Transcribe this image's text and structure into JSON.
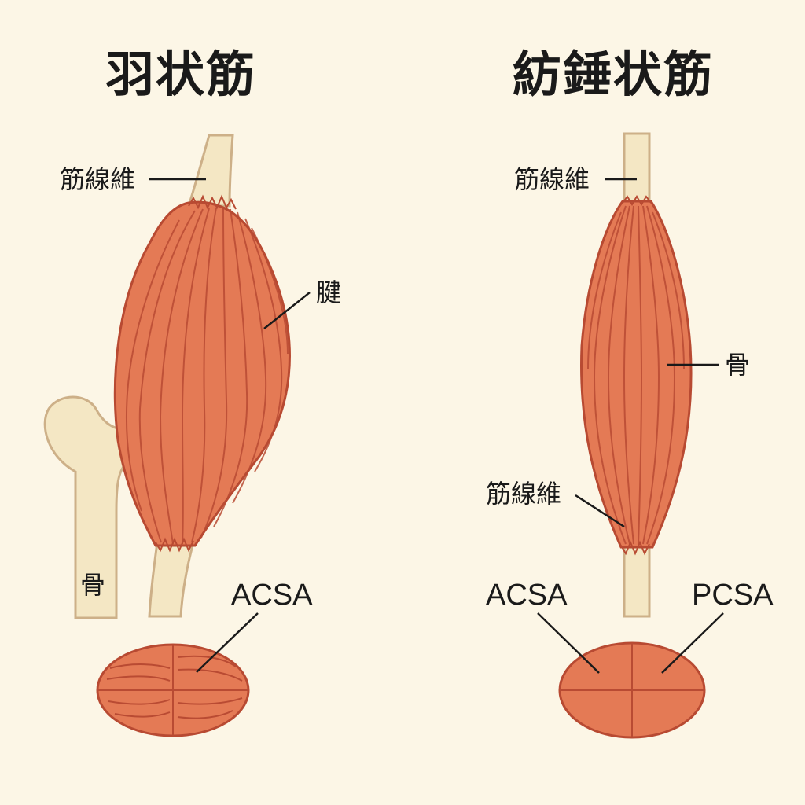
{
  "left": {
    "title": "羽状筋",
    "label_fiber": "筋線維",
    "label_tendon": "腱",
    "label_bone": "骨",
    "label_acsa": "ACSA"
  },
  "right": {
    "title": "紡錘状筋",
    "label_fiber_top": "筋線維",
    "label_bone": "骨",
    "label_fiber_bottom": "筋線維",
    "label_acsa": "ACSA",
    "label_pcsa": "PCSA"
  },
  "colors": {
    "background": "#fcf6e6",
    "muscle": "#e47a55",
    "muscle_outline": "#b84a32",
    "fiber_line": "#b94b33",
    "bone": "#f4e7c4",
    "bone_outline": "#cdb088",
    "text": "#1a1a1a"
  }
}
